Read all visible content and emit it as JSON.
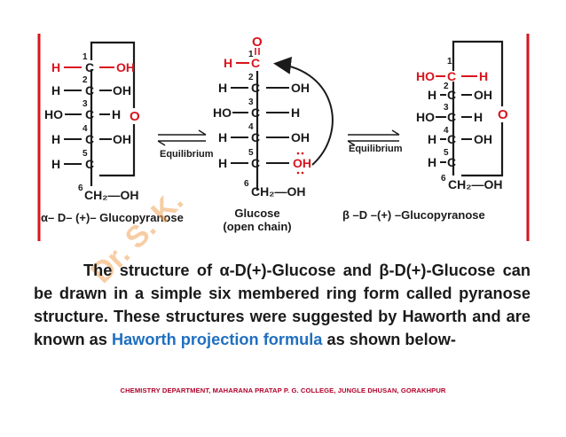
{
  "figure": {
    "alpha": {
      "name": "α– D– (+)– Glucopyranose",
      "c1": {
        "num": "1",
        "left": "H",
        "right": "OH"
      },
      "c2": {
        "num": "2",
        "left": "H",
        "right": "OH"
      },
      "c3": {
        "num": "3",
        "left": "HO",
        "right": "H"
      },
      "c4": {
        "num": "4",
        "left": "H",
        "right": "OH"
      },
      "c5": {
        "num": "5",
        "left": "H"
      },
      "c6": {
        "num": "6",
        "group": "CH₂—OH"
      },
      "ring_o": "O"
    },
    "arrow1": "Equilibrium",
    "open_chain": {
      "name_line1": "Glucose",
      "name_line2": "(open chain)",
      "aldehyde_o": "O",
      "c1": {
        "num": "1",
        "left": "H"
      },
      "c2": {
        "num": "2",
        "left": "H",
        "right": "OH"
      },
      "c3": {
        "num": "3",
        "left": "HO",
        "right": "H"
      },
      "c4": {
        "num": "4",
        "left": "H",
        "right": "OH"
      },
      "c5": {
        "num": "5",
        "left": "H",
        "right": "OH"
      },
      "c6": {
        "num": "6",
        "group": "CH₂—OH"
      }
    },
    "arrow2": "Equilibrium",
    "beta": {
      "name": "β –D –(+) –Glucopyranose",
      "c1": {
        "num": "1",
        "left": "HO",
        "right": "H"
      },
      "c2": {
        "num": "2",
        "left": "H",
        "right": "OH"
      },
      "c3": {
        "num": "3",
        "left": "HO",
        "right": "H"
      },
      "c4": {
        "num": "4",
        "left": "H",
        "right": "OH"
      },
      "c5": {
        "num": "5",
        "left": "H"
      },
      "c6": {
        "num": "6",
        "group": "CH₂—OH"
      },
      "ring_o": "O"
    },
    "carbon": "C"
  },
  "paragraph": {
    "part1": "The structure of α-D(+)-Glucose  and β-D(+)-Glucose can be drawn in a simple six membered ring form called pyranose structure. These structures were suggested by Haworth and are known as ",
    "highlight": "Haworth projection formula",
    "part2": " as shown below-"
  },
  "watermark": "Dr. S. K.",
  "footer": "CHEMISTRY DEPARTMENT, MAHARANA PRATAP P. G. COLLEGE, JUNGLE DHUSAN, GORAKHPUR",
  "colors": {
    "red": "#d8141d",
    "blue": "#1f6fc0",
    "text": "#1a1a1a",
    "footer": "#b0002a"
  }
}
